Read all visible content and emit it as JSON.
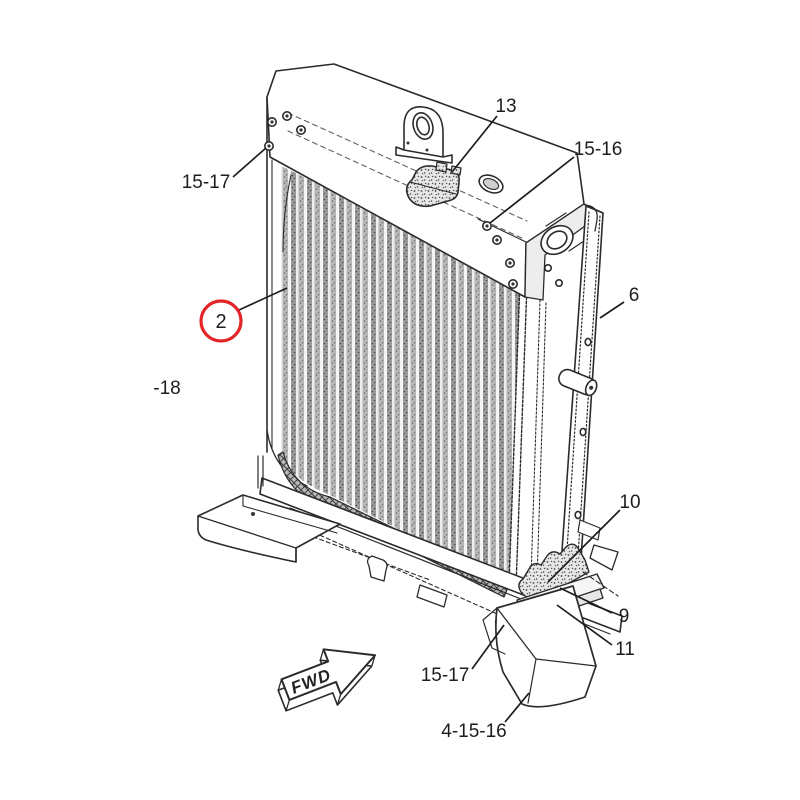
{
  "figure": {
    "subject": "Radiator assembly parts diagram",
    "style": "isometric line drawing",
    "background_color": "#ffffff",
    "line_color": "#2b2b2b",
    "highlight_color": "#e42527"
  },
  "callouts": [
    {
      "id": "15-17-top-left",
      "text": "15-17",
      "highlighted": false
    },
    {
      "id": "13",
      "text": "13",
      "highlighted": false
    },
    {
      "id": "15-16",
      "text": "15-16",
      "highlighted": false
    },
    {
      "id": "2",
      "text": "2",
      "highlighted": true
    },
    {
      "id": "-18",
      "text": "-18",
      "highlighted": false
    },
    {
      "id": "6",
      "text": "6",
      "highlighted": false
    },
    {
      "id": "10",
      "text": "10",
      "highlighted": false
    },
    {
      "id": "9",
      "text": "9",
      "highlighted": false
    },
    {
      "id": "11",
      "text": "11",
      "highlighted": false
    },
    {
      "id": "15-17-bottom",
      "text": "15-17",
      "highlighted": false
    },
    {
      "id": "4-15-16",
      "text": "4-15-16",
      "highlighted": false
    }
  ],
  "direction_arrow": {
    "label": "FWD",
    "points": "forward-right"
  }
}
